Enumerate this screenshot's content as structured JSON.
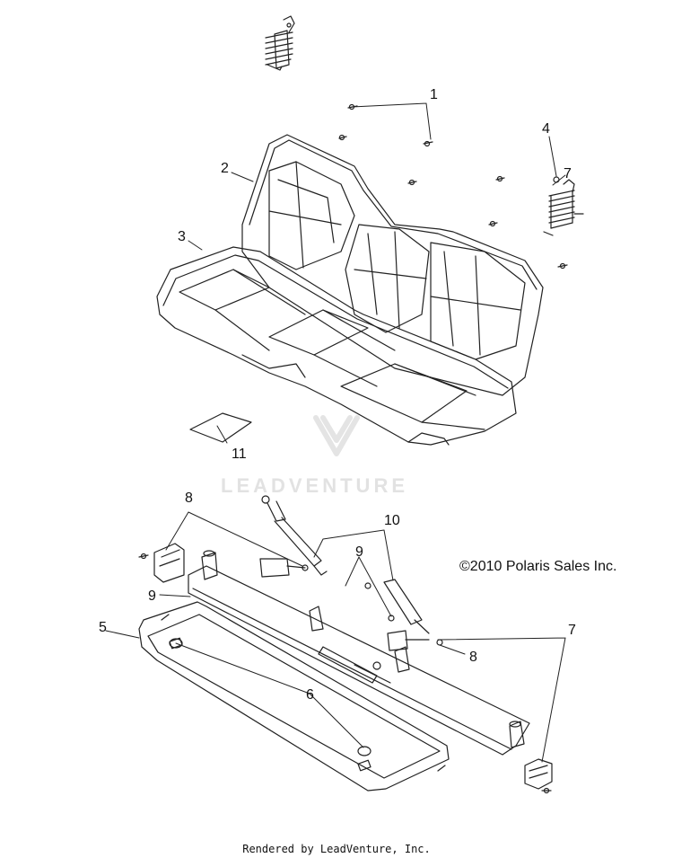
{
  "watermark_text": "LEADVENTURE",
  "copyright": "©2010 Polaris Sales Inc.",
  "footer": "Rendered by LeadVenture, Inc.",
  "callouts": [
    {
      "id": "c1",
      "label": "1"
    },
    {
      "id": "c2",
      "label": "2"
    },
    {
      "id": "c3",
      "label": "3"
    },
    {
      "id": "c4",
      "label": "4"
    },
    {
      "id": "c7a",
      "label": "7"
    },
    {
      "id": "c11",
      "label": "11"
    },
    {
      "id": "c8a",
      "label": "8"
    },
    {
      "id": "c10",
      "label": "10"
    },
    {
      "id": "c9a",
      "label": "9"
    },
    {
      "id": "c9b",
      "label": "9"
    },
    {
      "id": "c5",
      "label": "5"
    },
    {
      "id": "c7b",
      "label": "7"
    },
    {
      "id": "c8b",
      "label": "8"
    },
    {
      "id": "c6",
      "label": "6"
    }
  ]
}
